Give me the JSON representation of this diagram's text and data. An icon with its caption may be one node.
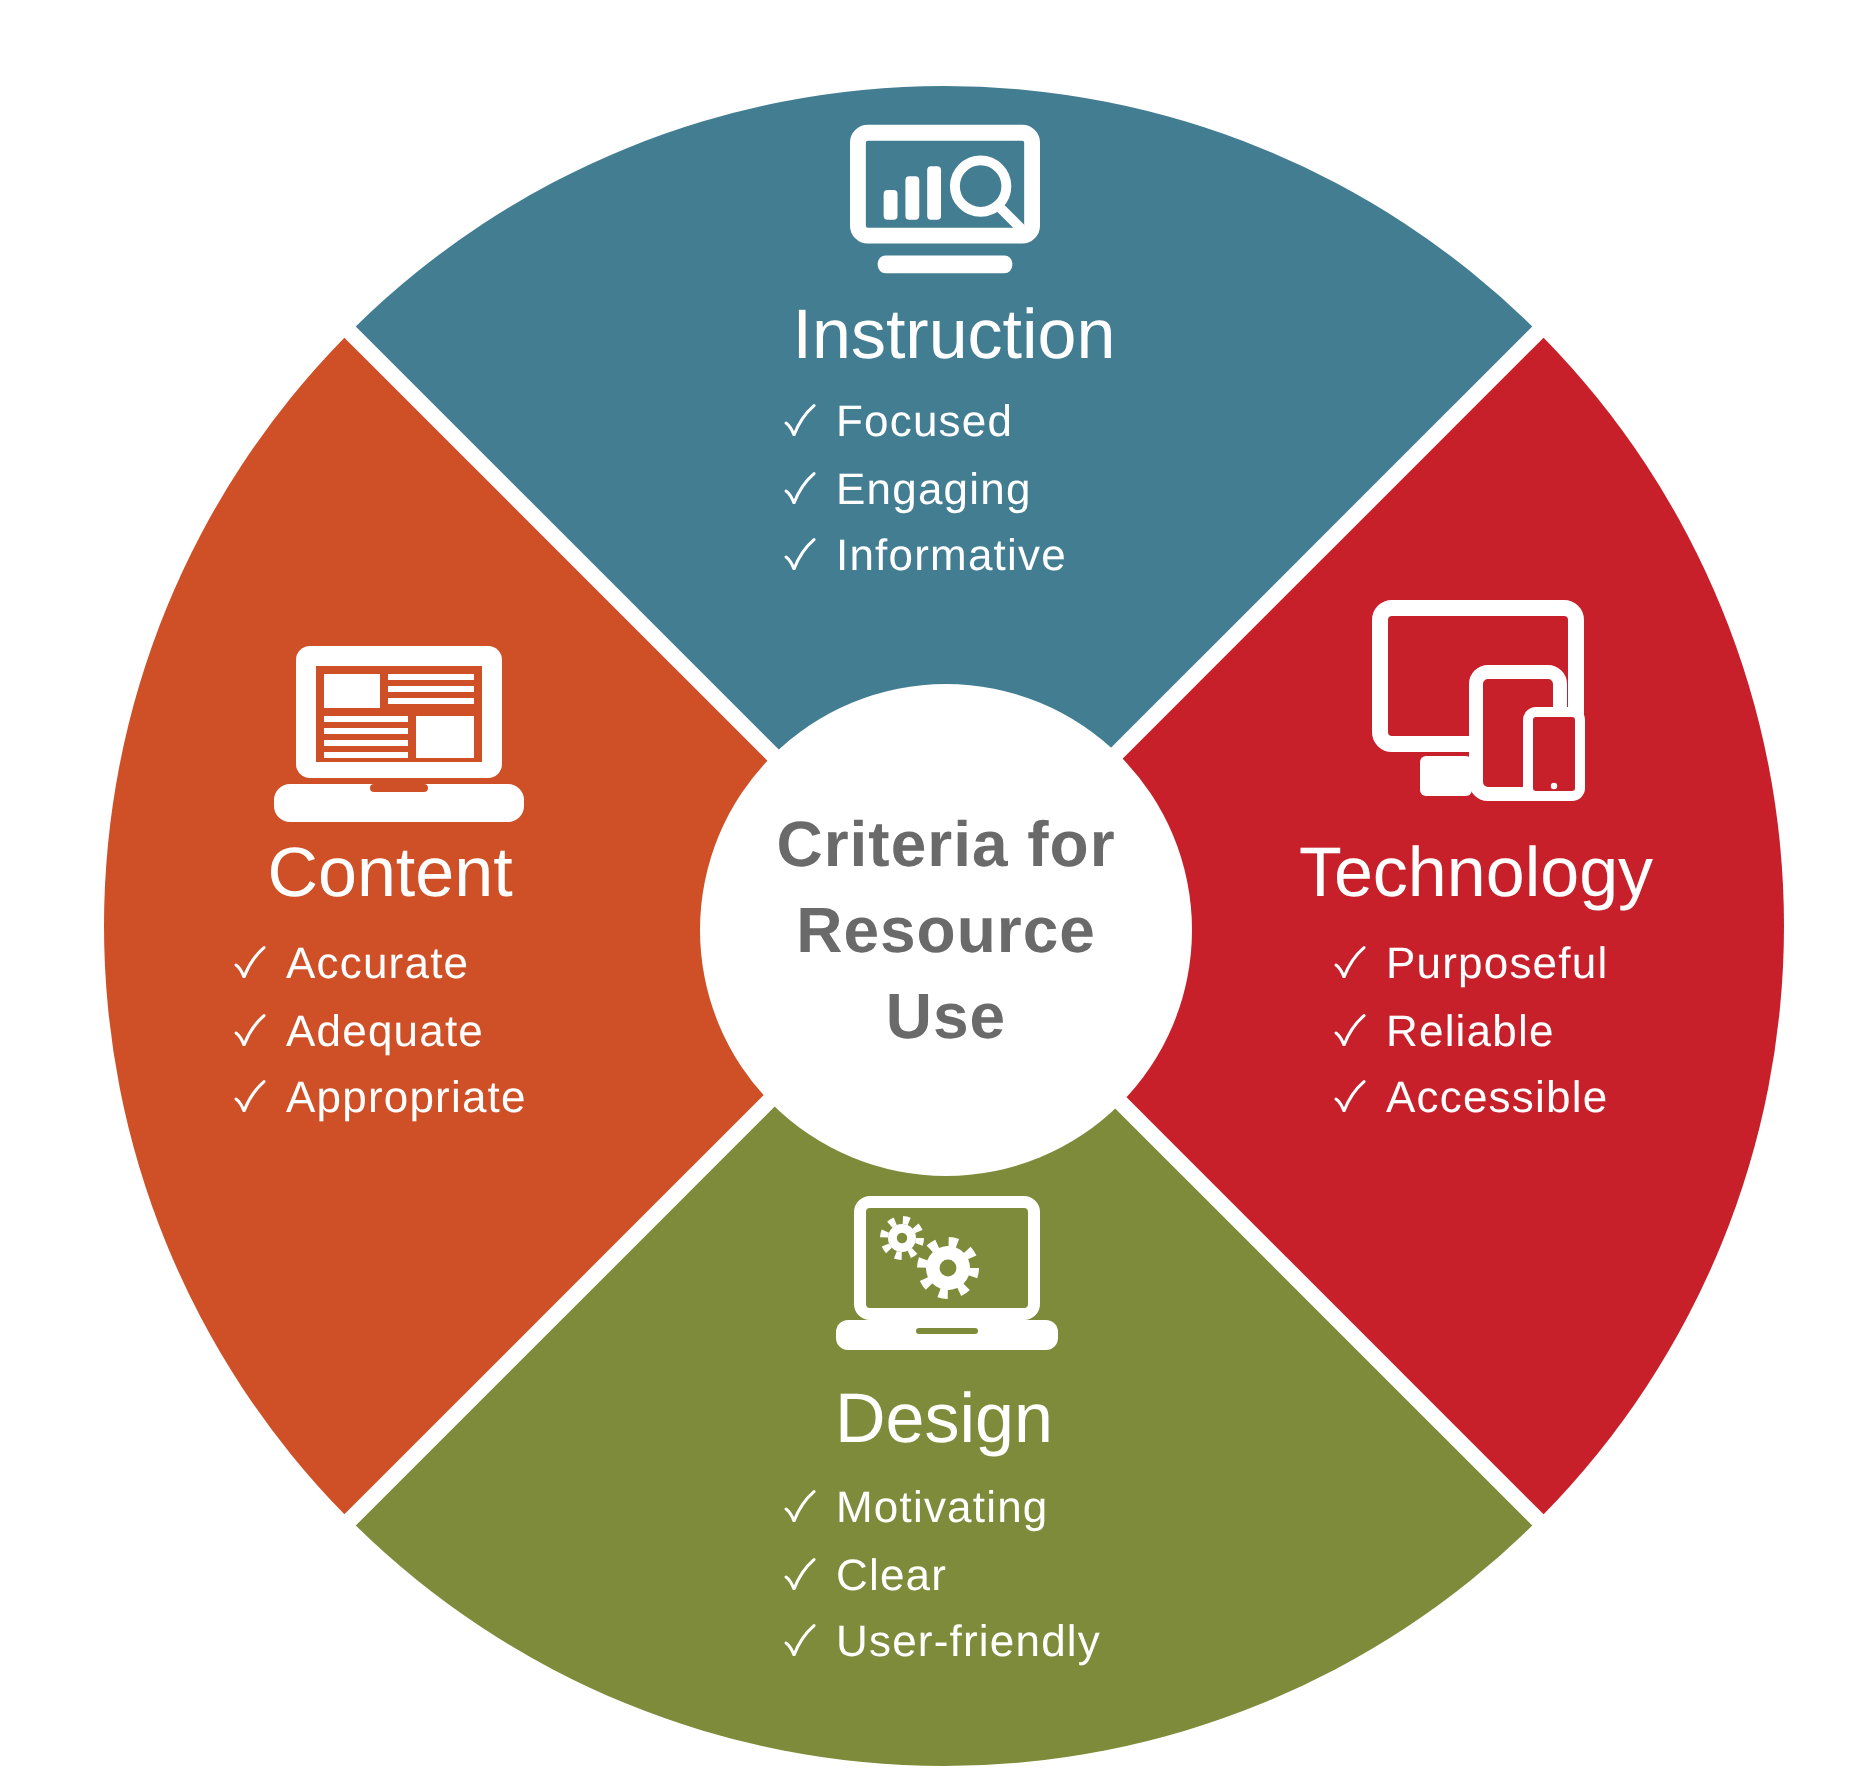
{
  "diagram": {
    "nodes": [
      {
        "text": [
          "Instruction",
          "Focused",
          "Engaging",
          "Informative"
        ]
      },
      {
        "text": [
          "Content",
          "Accurate",
          "Adequate",
          "Appropriate"
        ]
      },
      {
        "text": [
          "Criteria for Resource Use"
        ]
      },
      {
        "text": [
          "Technology",
          "Purposeful",
          "Reliable",
          "Accessible"
        ]
      },
      {
        "text": [
          "Design",
          "Motivating",
          "Clear",
          "User-friendly"
        ]
      }
    ]
  }
}
